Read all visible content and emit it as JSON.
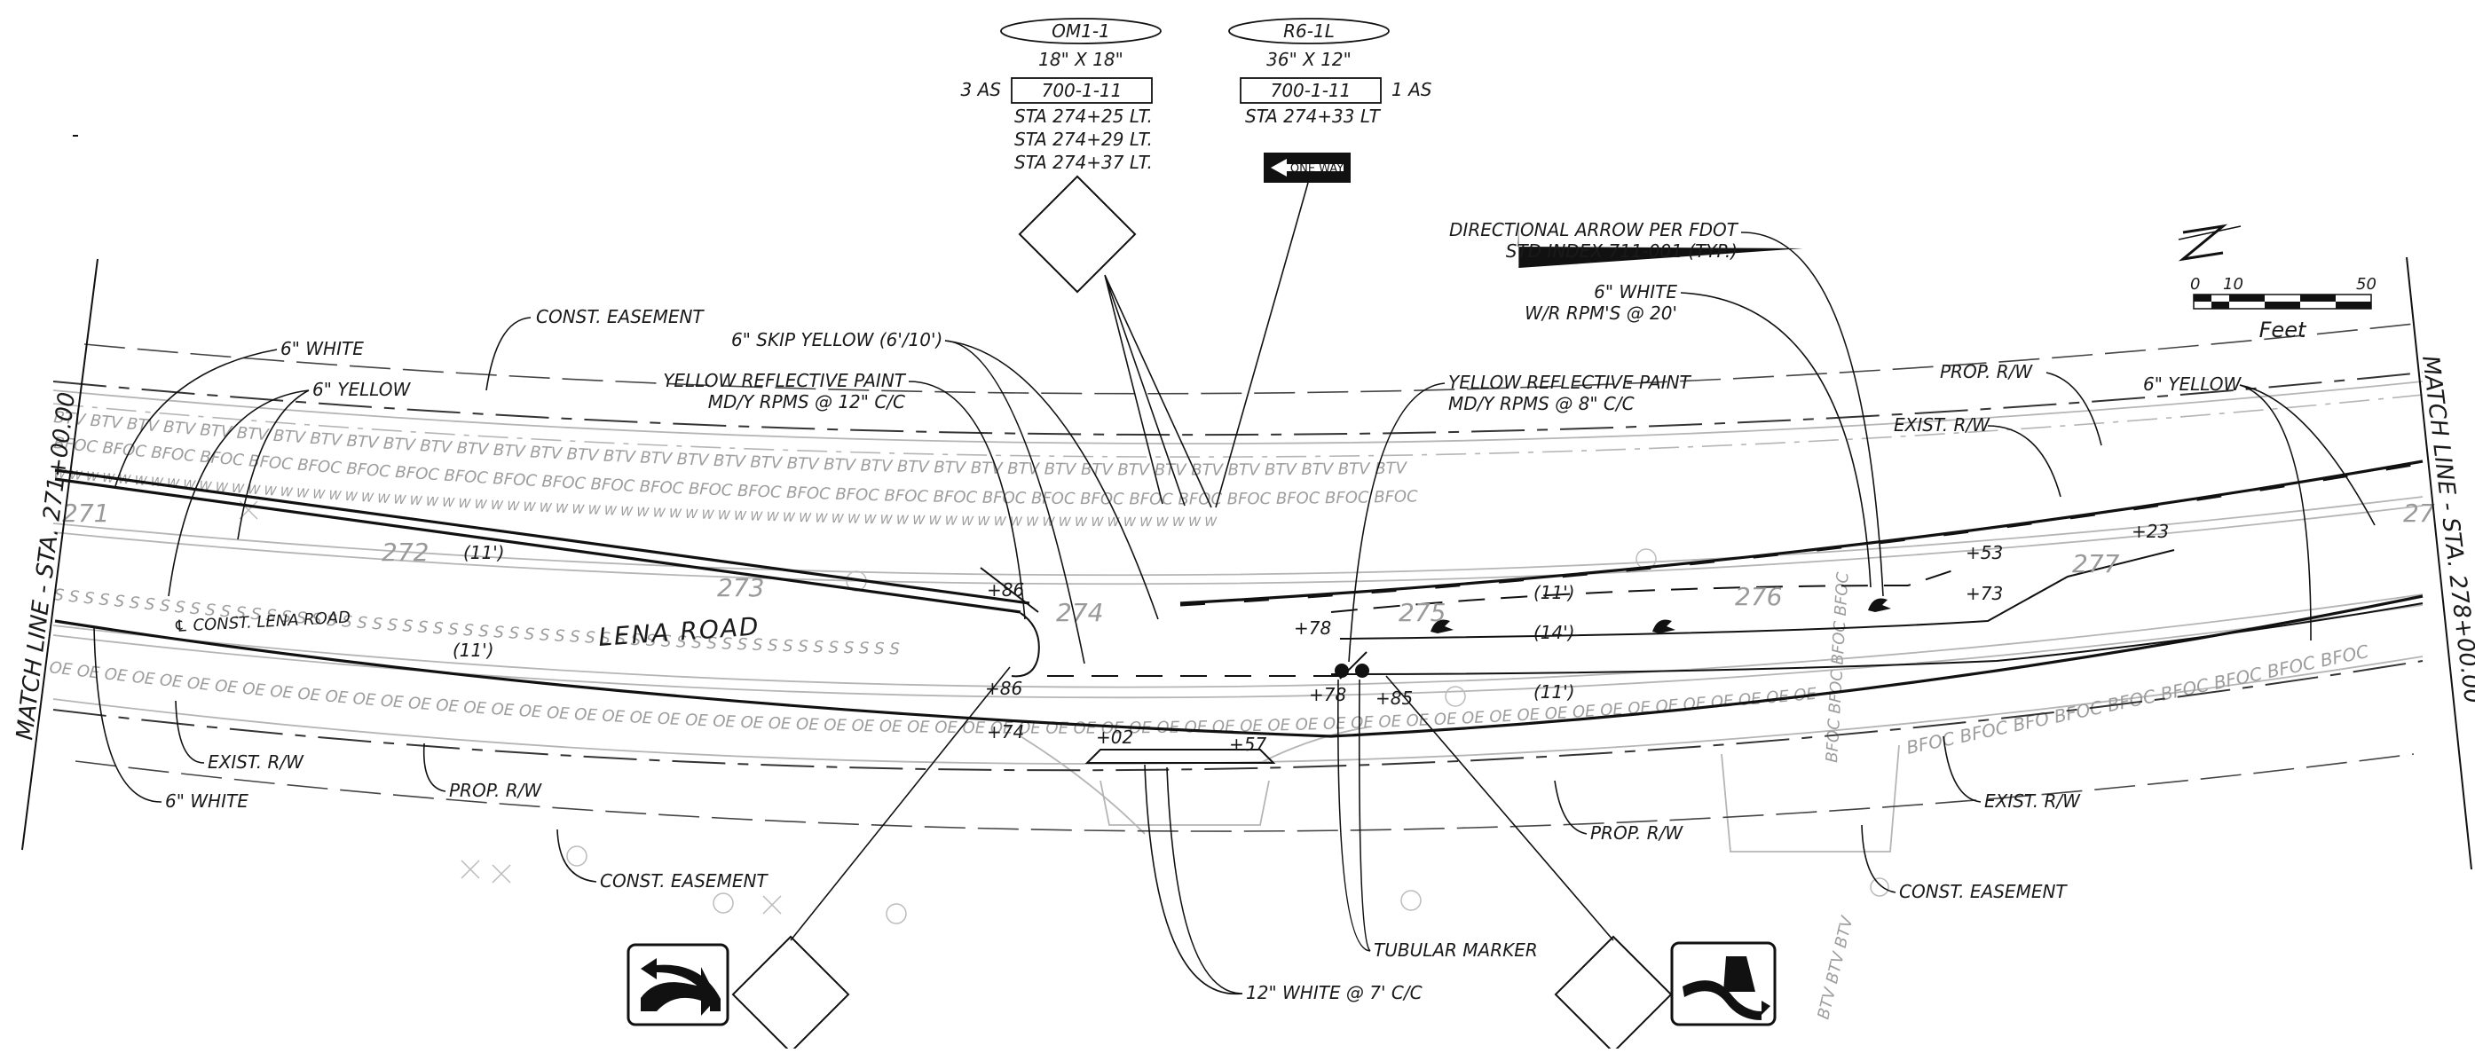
{
  "signs": {
    "om1": {
      "code": "OM1-1",
      "size": "18\" X 18\"",
      "qty": "3 AS",
      "index": "700-1-11",
      "stations": [
        "STA 274+25 LT.",
        "STA 274+29 LT.",
        "STA 274+37 LT."
      ]
    },
    "r6": {
      "code": "R6-1L",
      "size": "36\" X 12\"",
      "qty": "1 AS",
      "index": "700-1-11",
      "stations": [
        "STA 274+33 LT"
      ],
      "panel_text": "ONE WAY"
    }
  },
  "labels": {
    "const_easement": "CONST. EASEMENT",
    "six_white": "6\" WHITE",
    "six_yellow": "6\" YELLOW",
    "skip_yellow": "6\" SKIP YELLOW (6'/10')",
    "yrp1_line1": "YELLOW REFLECTIVE PAINT",
    "yrp1_line2": "MD/Y RPMS @ 12\" C/C",
    "yrp2_line1": "YELLOW REFLECTIVE PAINT",
    "yrp2_line2": "MD/Y RPMS @ 8\" C/C",
    "dir_arrow_line1": "DIRECTIONAL ARROW PER FDOT",
    "dir_arrow_line2": "STD INDEX 711-001 (TYP.)",
    "white_rpm_line1": "6\" WHITE",
    "white_rpm_line2": "W/R RPM'S @ 20'",
    "prop_rw": "PROP. R/W",
    "exist_rw": "EXIST. R/W",
    "const_lena": "℄ CONST. LENA ROAD",
    "lena_road": "LENA ROAD",
    "tubular": "TUBULAR MARKER",
    "twelve_white": "12\" WHITE @ 7' C/C",
    "match_left": "MATCH LINE - STA. 271+00.00",
    "match_right": "MATCH LINE - STA. 278+00.00",
    "feet": "Feet",
    "scale_0": "0",
    "scale_10": "10",
    "scale_50": "50"
  },
  "stations": {
    "s271": "271",
    "s272": "272",
    "s273": "273",
    "s274": "274",
    "s275": "275",
    "s276": "276",
    "s277": "277",
    "s_right": "27"
  },
  "offsets": {
    "p86a": "+86",
    "p86b": "+86",
    "p74": "+74",
    "p02": "+02",
    "p57": "+57",
    "p78a": "+78",
    "p78b": "+78",
    "p85": "+85",
    "p53": "+53",
    "p73": "+73",
    "p23": "+23"
  },
  "lanes": {
    "l1": "(11')",
    "l2": "(11')",
    "l3": "(11')",
    "l4": "(14')",
    "l5": "(11')"
  },
  "utilities": {
    "btv": "BTV BTV BTV BTV BTV BTV BTV BTV BTV BTV BTV BTV BTV BTV BTV BTV BTV BTV BTV BTV BTV BTV BTV BTV BTV BTV BTV BTV BTV BTV BTV BTV BTV BTV BTV BTV BTV",
    "btv_vert": "BTV BTV BTV",
    "bfoc": "BFOC BFOC BFOC BFOC BFOC BFOC BFOC BFOC BFOC BFOC BFOC BFOC BFOC BFOC BFOC BFOC BFOC BFOC BFOC BFOC BFOC BFOC BFOC BFOC BFOC BFOC BFOC BFOC",
    "bfoc_vert": "BFOC BFOC BFOC BFOC",
    "bfoc_right": "BFOC BFOC BFO BFOC BFOC BFOC BFOC BFOC BFOC",
    "oe": "OE OE OE OE OE OE OE OE OE OE OE OE OE OE OE OE OE OE OE OE OE OE OE OE OE OE OE OE OE OE OE OE OE OE OE OE OE OE OE OE OE OE OE OE OE OE OE OE OE OE OE OE OE OE OE OE OE OE OE OE OE OE OE OE",
    "oe_sparse": "OE OE OE OE",
    "sewer": "S S S S S S S S S S S S S S S S S S S S S S S S S S S S S S S S S S S S S S S S S S S S S S S S S S S S S S S S",
    "water": "W W W W W W W W W W W W W W W W W W W W W W W W W W W W W W W W W W W W W W W W W W W W W W W W W W W W W W W W W W W W W W W W W W W W W W W W"
  }
}
